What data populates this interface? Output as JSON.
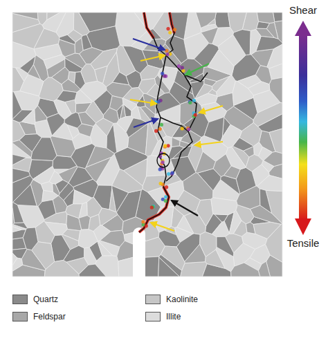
{
  "diagram": {
    "labels": [
      "Shear",
      "Tensile"
    ],
    "legend": [
      {
        "text": "Quartz",
        "color": "#8a8a8a"
      },
      {
        "text": "Kaolinite",
        "color": "#c6c6c6"
      },
      {
        "text": "Feldspar",
        "color": "#a8a8a8"
      },
      {
        "text": "Illite",
        "color": "#dcdcdc"
      }
    ]
  }
}
